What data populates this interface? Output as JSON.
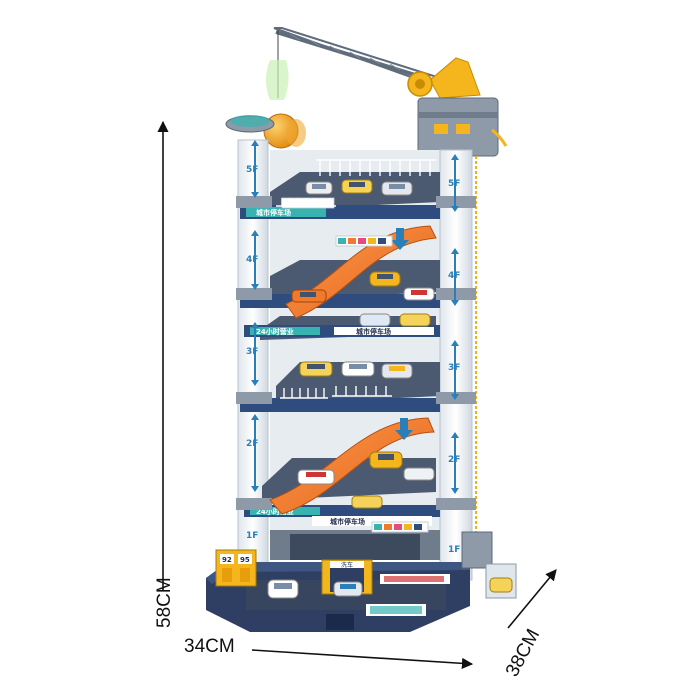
{
  "dimensions": {
    "height": "58CM",
    "width": "34CM",
    "depth": "38CM"
  },
  "floors": [
    "5F",
    "4F",
    "3F",
    "2F",
    "1F"
  ],
  "signs": {
    "parking_label": "城市停车场",
    "open_label": "24小时营业",
    "fuel_left": "92",
    "fuel_right": "95",
    "service_label": "洗车"
  },
  "colors": {
    "frame_gray": "#8e9aa8",
    "pillar_white": "#eef2f5",
    "floor_dark": "#4b5a70",
    "ramp_orange": "#f07a2a",
    "crane_yellow": "#f5b51c",
    "sign_blue": "#2e4d7e",
    "base_navy": "#2e3f63",
    "accent_teal": "#38b3b0"
  },
  "icons": [
    "up-down-arrow-icon",
    "wrecking-ball-icon",
    "dimension-arrow-icon"
  ]
}
